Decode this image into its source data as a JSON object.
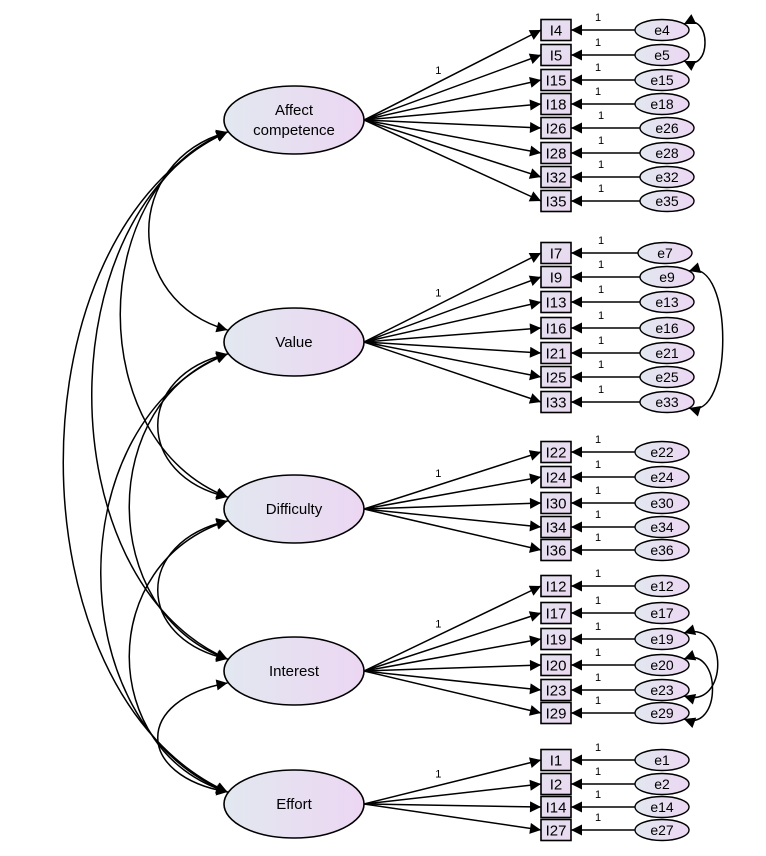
{
  "title": "Structural equation model path diagram",
  "colors": {
    "fill_left": "#e2e8f0",
    "fill_right": "#ecd8f2",
    "stroke": "#000000"
  },
  "factors": [
    {
      "name": "Affect competence",
      "lines": [
        "Affect",
        "competence"
      ],
      "indicators": [
        "I4",
        "I5",
        "I15",
        "I18",
        "I26",
        "I28",
        "I32",
        "I35"
      ],
      "errors": [
        "e4",
        "e5",
        "e15",
        "e18",
        "e26",
        "e28",
        "e32",
        "e35"
      ]
    },
    {
      "name": "Value",
      "lines": [
        "Value"
      ],
      "indicators": [
        "I7",
        "I9",
        "I13",
        "I16",
        "I21",
        "I25",
        "I33"
      ],
      "errors": [
        "e7",
        "e9",
        "e13",
        "e16",
        "e21",
        "e25",
        "e33"
      ]
    },
    {
      "name": "Difficulty",
      "lines": [
        "Difficulty"
      ],
      "indicators": [
        "I22",
        "I24",
        "I30",
        "I34",
        "I36"
      ],
      "errors": [
        "e22",
        "e24",
        "e30",
        "e34",
        "e36"
      ]
    },
    {
      "name": "Interest",
      "lines": [
        "Interest"
      ],
      "indicators": [
        "I12",
        "I17",
        "I19",
        "I20",
        "I23",
        "I29"
      ],
      "errors": [
        "e12",
        "e17",
        "e19",
        "e20",
        "e23",
        "e29"
      ]
    },
    {
      "name": "Effort",
      "lines": [
        "Effort"
      ],
      "indicators": [
        "I1",
        "I2",
        "I14",
        "I27"
      ],
      "errors": [
        "e1",
        "e2",
        "e14",
        "e27"
      ]
    }
  ],
  "fixed_loading_label": "1",
  "error_path_label": "1",
  "error_covariances": [
    [
      "e4",
      "e5"
    ],
    [
      "e9",
      "e33"
    ],
    [
      "e19",
      "e23"
    ],
    [
      "e20",
      "e29"
    ]
  ],
  "factor_covariances": "all pairs"
}
